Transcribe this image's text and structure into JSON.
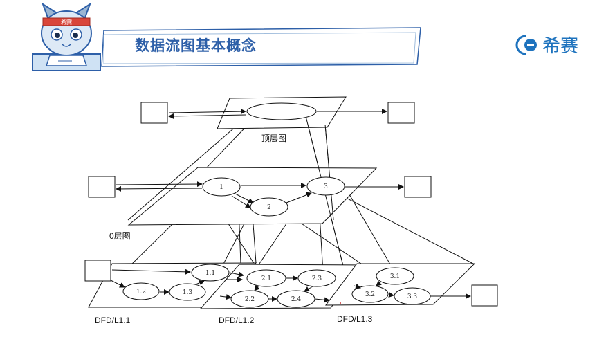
{
  "header": {
    "title": "数据流图基本概念",
    "brand": "希赛"
  },
  "mascot": {
    "headband_text": "希赛"
  },
  "diagram": {
    "labels": {
      "top": "顶层图",
      "level0": "0层图",
      "l11": "DFD/L1.1",
      "l12": "DFD/L1.2",
      "l13": "DFD/L1.3"
    },
    "level0_nodes": [
      "1",
      "2",
      "3"
    ],
    "l11_nodes": [
      "1.1",
      "1.2",
      "1.3"
    ],
    "l12_nodes": [
      "2.1",
      "2.2",
      "2.3",
      "2.4"
    ],
    "l13_nodes": [
      "3.1",
      "3.2",
      "3.3"
    ]
  },
  "colors": {
    "accent": "#2d5fa8",
    "brand": "#1e73be"
  }
}
